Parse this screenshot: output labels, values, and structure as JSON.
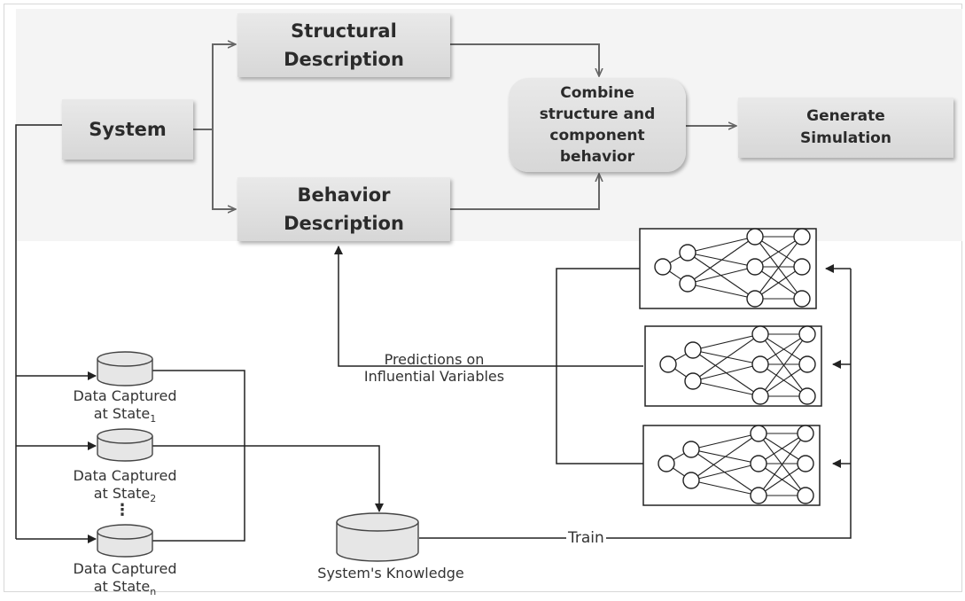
{
  "diagram": {
    "system": "System",
    "structural": [
      "Structural",
      "Description"
    ],
    "behavior": [
      "Behavior",
      "Description"
    ],
    "combine": [
      "Combine",
      "structure and",
      "component",
      "behavior"
    ],
    "simulation": [
      "Generate",
      "Simulation"
    ],
    "data_state_1": {
      "line1": "Data Captured",
      "line2": "at State",
      "sub": "1"
    },
    "data_state_2": {
      "line1": "Data Captured",
      "line2": "at State",
      "sub": "2"
    },
    "data_state_n": {
      "line1": "Data Captured",
      "line2": "at State",
      "sub": "n"
    },
    "vertical_dots": "⋮",
    "knowledge": "System's Knowledge",
    "train": "Train",
    "predictions": [
      "Predictions on",
      "Influential Variables"
    ]
  }
}
